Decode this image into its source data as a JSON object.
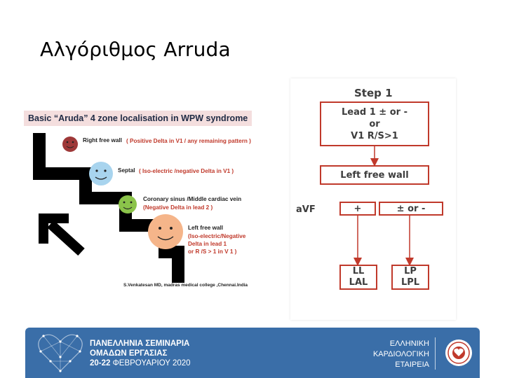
{
  "slide_title": "Αλγόριθμος Arruda",
  "left_figure": {
    "heading": "Basic “Aruda” 4  zone localisation  in WPW syndrome",
    "zones": [
      {
        "name": "Right free wall",
        "detail": "( Positive  Delta in V1 / any remaining pattern )",
        "face_color": "#9e3838"
      },
      {
        "name": "Septal",
        "detail": "( Iso-electric /negative Delta in V1 )",
        "face_color": "#a8d4ee"
      },
      {
        "name": "Coronary sinus /Middle cardiac vein",
        "detail": "(Negative  Delta in  lead 2 )",
        "face_color": "#8bc34a"
      },
      {
        "name": "Left  free wall",
        "detail_lines": [
          "(Iso-electric/Negative",
          "Delta in  lead  1",
          "or R /S > 1 in V 1 )"
        ],
        "face_color": "#f5b58a"
      }
    ],
    "credit": "S.Venkatesan MD, madras  medical college ,Chennai.India"
  },
  "flowchart": {
    "step": "Step 1",
    "box1_lines": [
      "Lead 1 ± or -",
      "or",
      "V1 R/S>1"
    ],
    "box2": "Left free wall",
    "lead_label": "aVF",
    "branch_pos": "+",
    "branch_neg": "± or -",
    "out_left_lines": [
      "LL",
      "LAL"
    ],
    "out_right_lines": [
      "LP",
      "LPL"
    ],
    "accent": "#c0392b"
  },
  "footer": {
    "line1": "ΠΑΝΕΛΛΗΝΙΑ ΣΕΜΙΝΑΡΙΑ",
    "line2": "ΟΜΑΔΩΝ ΕΡΓΑΣΙΑΣ",
    "line3_bold": "20-22",
    "line3_rest": " ΦΕΒΡΟΥΑΡΙΟΥ 2020",
    "society_lines": [
      "ΕΛΛΗΝΙΚΗ",
      "ΚΑΡΔΙΟΛΟΓΙΚΗ",
      "ΕΤΑΙΡΕΙΑ"
    ],
    "background": "#3a6ea8"
  }
}
